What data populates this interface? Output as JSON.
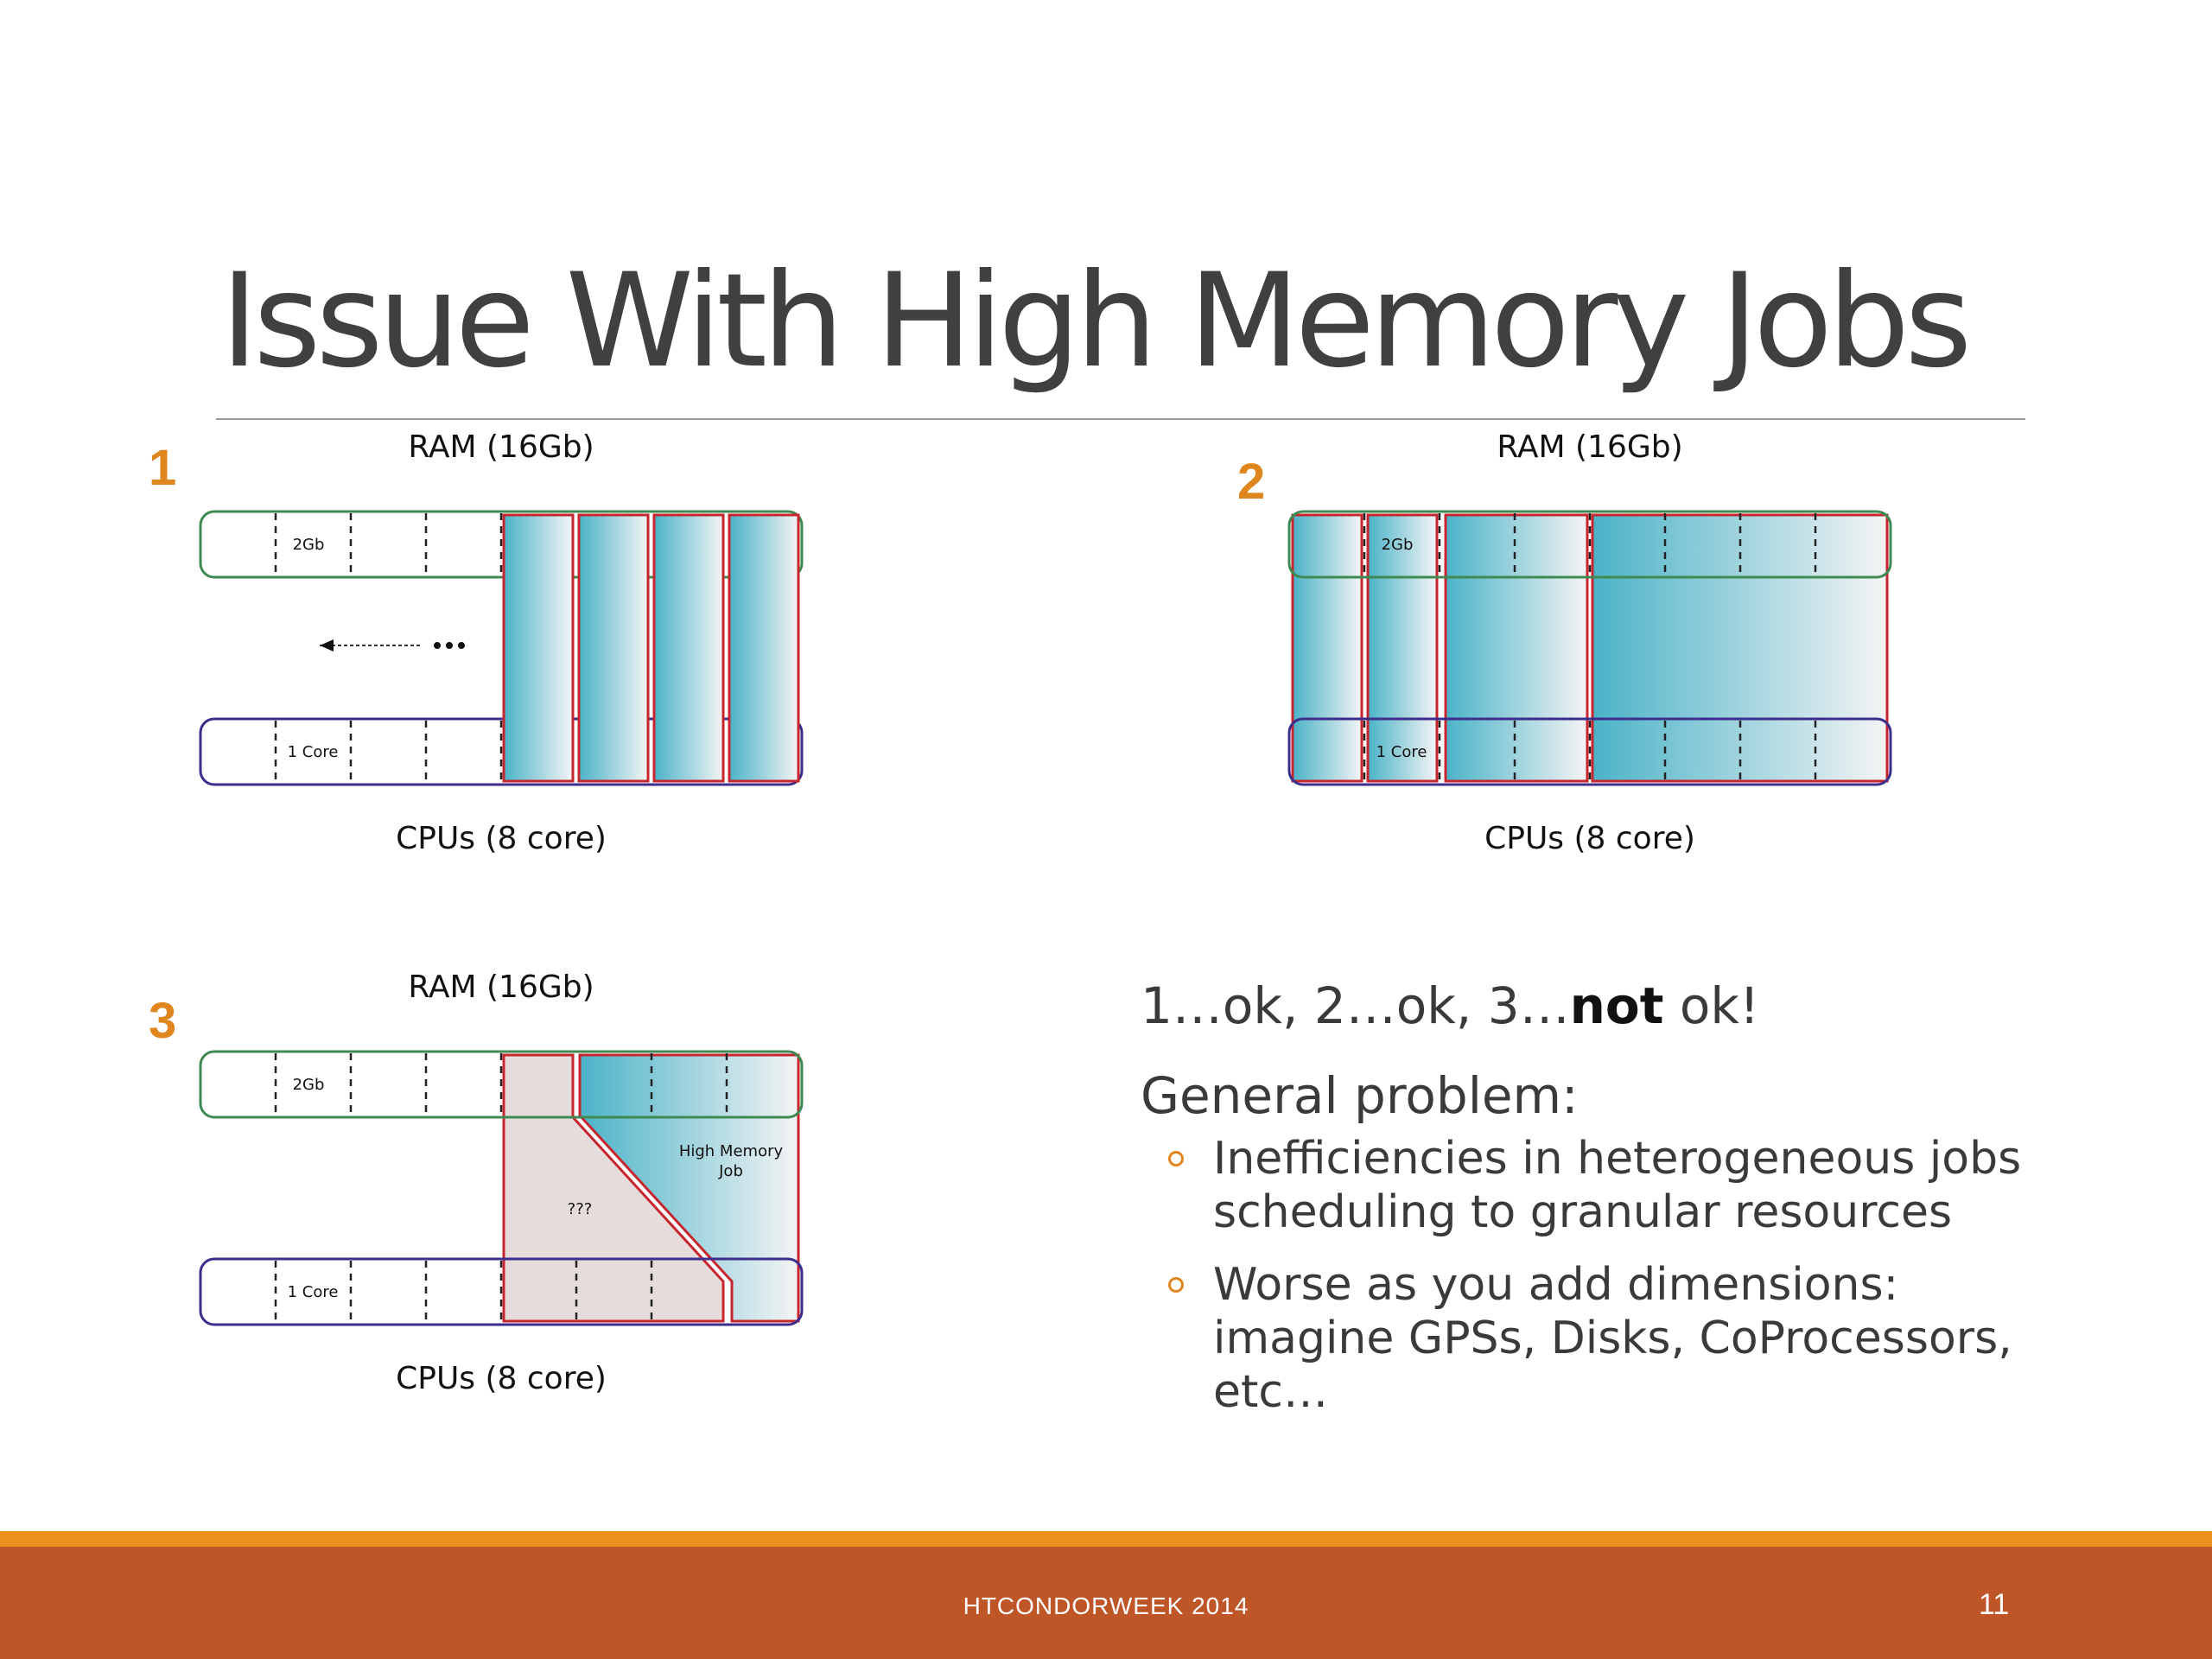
{
  "slide": {
    "title": "Issue With High Memory Jobs",
    "footer": "HTCONDORWEEK 2014",
    "page_number": "11"
  },
  "diagrams": [
    {
      "number": "1",
      "ram_label": "RAM (16Gb)",
      "cpu_label": "CPUs (8 core)",
      "ram_cell_label": "2Gb",
      "cpu_cell_label": "1 Core",
      "extra_label": ""
    },
    {
      "number": "2",
      "ram_label": "RAM (16Gb)",
      "cpu_label": "CPUs (8 core)",
      "ram_cell_label": "2Gb",
      "cpu_cell_label": "1 Core",
      "extra_label": ""
    },
    {
      "number": "3",
      "ram_label": "RAM (16Gb)",
      "cpu_label": "CPUs (8 core)",
      "ram_cell_label": "2Gb",
      "cpu_cell_label": "1 Core",
      "unknown_label": "???",
      "high_memory_label_line1": "High Memory",
      "high_memory_label_line2": "Job"
    }
  ],
  "text": {
    "summary_1": "1…ok, 2…ok, 3…",
    "summary_bold": "not",
    "summary_2": " ok!",
    "heading": "General problem:",
    "bullets": [
      "Inefficiencies in heterogeneous jobs scheduling to granular resources",
      "Worse as you add dimensions: imagine GPSs, Disks, CoProcessors, etc…"
    ]
  },
  "colors": {
    "accent_orange": "#e0861e",
    "footer_bar": "#be5627",
    "ram_box": "#3f8a52",
    "cpu_box": "#3b2e8c",
    "job_outline": "#c8262e",
    "job_fill": "#4bb3c8"
  }
}
